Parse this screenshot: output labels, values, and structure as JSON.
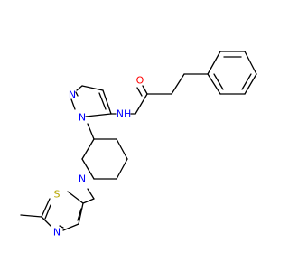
{
  "colors": {
    "bond": "#000000",
    "nitrogen": "#0000ff",
    "oxygen": "#ff0000",
    "sulfur": "#b8a600",
    "background": "#ffffff"
  },
  "atoms": {
    "nh": "NH",
    "oxygen": "O",
    "pyrazole_n1": "N",
    "pyrazole_n2": "N",
    "piperidine_n": "N",
    "thiazole_s": "S",
    "thiazole_n": "N"
  }
}
